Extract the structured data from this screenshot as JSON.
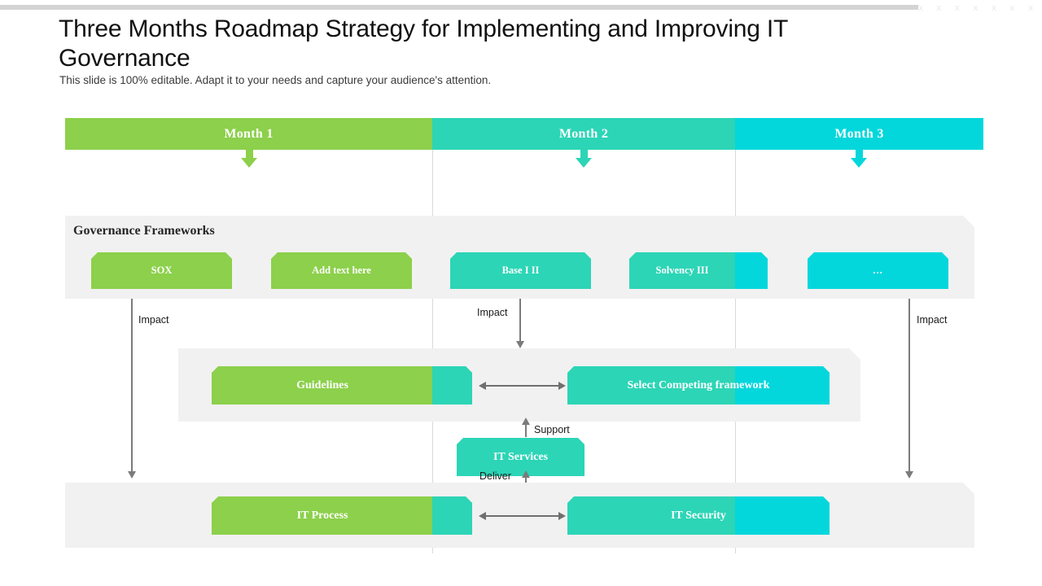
{
  "decor": {
    "x_marks": "x x x x x x x x x"
  },
  "header": {
    "title": "Three Months Roadmap Strategy for Implementing and Improving IT Governance",
    "subtitle": "This slide is 100% editable. Adapt it to your needs and capture your audience's attention."
  },
  "colors": {
    "green": "#8CD04B",
    "teal": "#2CD5B6",
    "cyan": "#03D7DC",
    "panel_gray": "#F1F1F1",
    "arrow_gray": "#7B7B7B",
    "title_black": "#111111"
  },
  "timeline": {
    "months": [
      {
        "label": "Month 1",
        "color": "#8CD04B"
      },
      {
        "label": "Month 2",
        "color": "#2CD5B6"
      },
      {
        "label": "Month 3",
        "color": "#03D7DC"
      }
    ]
  },
  "frameworks_panel": {
    "title": "Governance Frameworks",
    "items": [
      {
        "label": "SOX",
        "color": "#8CD04B"
      },
      {
        "label": "Add text here",
        "color": "#8CD04B"
      },
      {
        "label": "Base I II",
        "color": "#2CD5B6"
      },
      {
        "label": "Solvency III",
        "color": "#2CD5B6"
      },
      {
        "label": "...",
        "color": "#03D7DC"
      }
    ]
  },
  "middle_panel": {
    "left_box": {
      "label": "Guidelines"
    },
    "right_box": {
      "label": "Select Competing framework"
    }
  },
  "services": {
    "box_label": "IT Services",
    "support_label": "Support",
    "deliver_label": "Deliver"
  },
  "bottom_panel": {
    "left_box": {
      "label": "IT Process"
    },
    "right_box": {
      "label": "IT Security"
    }
  },
  "impact_labels": {
    "left": "Impact",
    "center": "Impact",
    "right": "Impact"
  }
}
